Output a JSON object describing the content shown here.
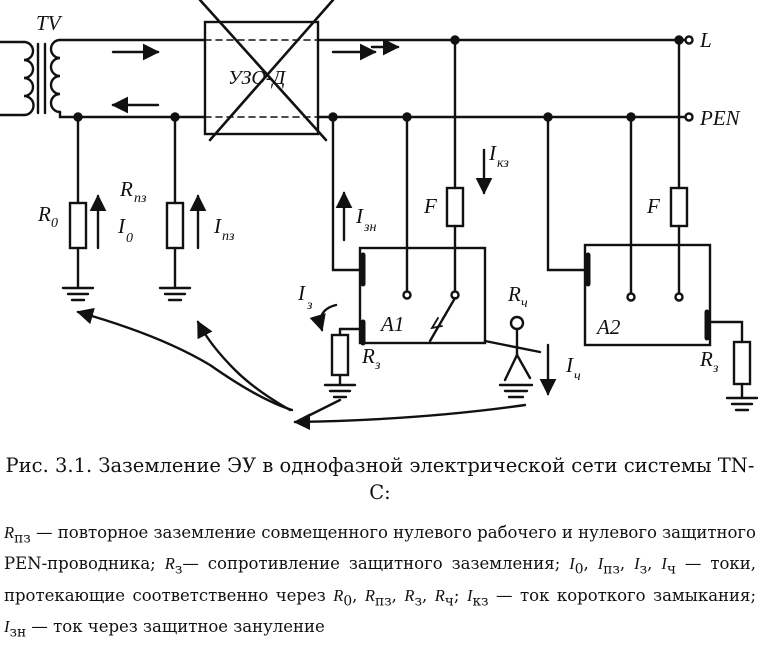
{
  "diagram": {
    "labels": {
      "tv": "TV",
      "uzo": "УЗО-Д",
      "line_l": "L",
      "line_pen": "PEN",
      "r0": "R",
      "r0_sub": "0",
      "i0": "I",
      "i0_sub": "0",
      "rpz": "R",
      "rpz_sub": "пз",
      "ipz": "I",
      "ipz_sub": "пз",
      "ikz": "I",
      "ikz_sub": "кз",
      "izn": "I",
      "izn_sub": "зн",
      "f1": "F",
      "f2": "F",
      "iz": "I",
      "iz_sub": "з",
      "a1": "A1",
      "a2": "A2",
      "rch": "R",
      "rch_sub": "ч",
      "ich": "I",
      "ich_sub": "ч",
      "rz1": "R",
      "rz1_sub": "з",
      "rz2": "R",
      "rz2_sub": "з"
    }
  },
  "caption": {
    "title": "Рис. 3.1. Заземление ЭУ в однофазной электрической сети системы TN-C:",
    "legend": [
      {
        "sym": "R",
        "sub": "пз",
        "text": " — повторное заземление совмещенного нулевого рабочего и нулевого защитного PEN-проводника; "
      },
      {
        "sym": "R",
        "sub": "з",
        "text": "— сопротивление защитного заземления; "
      },
      {
        "sym": "I",
        "sub": "0",
        "text": ", "
      },
      {
        "sym": "I",
        "sub": "пз",
        "text": ", "
      },
      {
        "sym": "I",
        "sub": "з",
        "text": ", "
      },
      {
        "sym": "I",
        "sub": "ч",
        "text": " — токи, протекающие соответственно через "
      },
      {
        "sym": "R",
        "sub": "0",
        "text": ", "
      },
      {
        "sym": "R",
        "sub": "пз",
        "text": ", "
      },
      {
        "sym": "R",
        "sub": "з",
        "text": ", "
      },
      {
        "sym": "R",
        "sub": "ч",
        "text": "; "
      },
      {
        "sym": "I",
        "sub": "кз",
        "text": " — ток короткого замыкания; "
      },
      {
        "sym": "I",
        "sub": "зн",
        "text": " — ток через защитное зануление"
      }
    ]
  }
}
